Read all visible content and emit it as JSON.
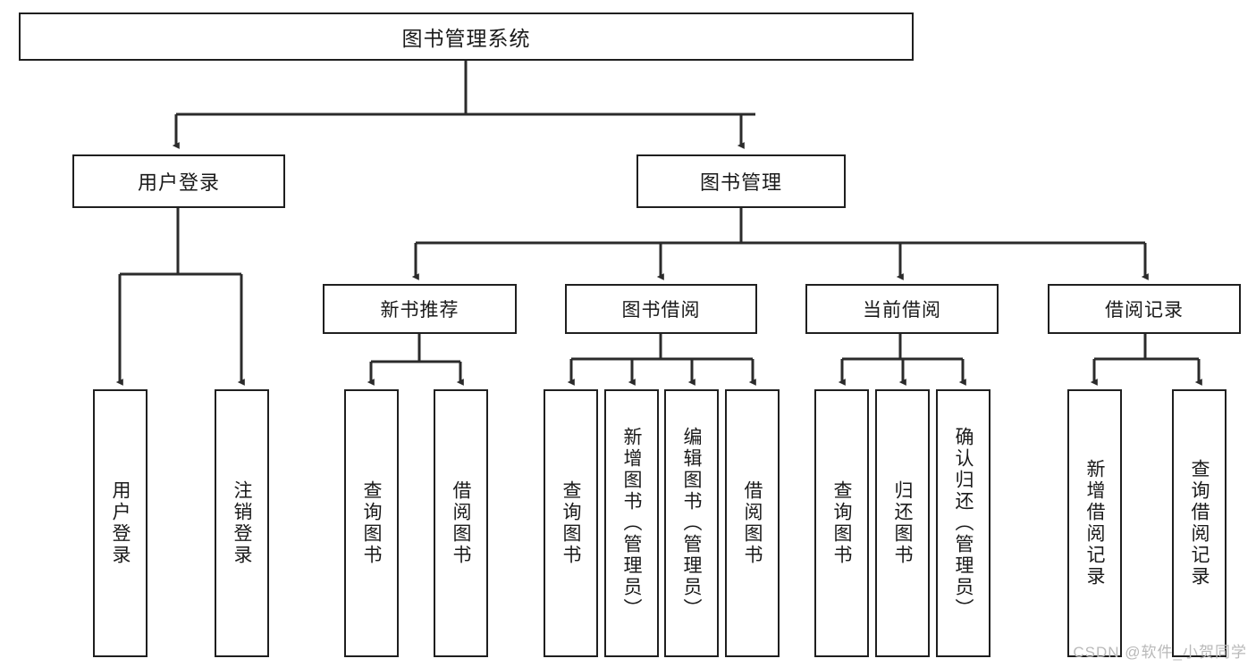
{
  "diagram": {
    "title": "图书管理系统",
    "type": "tree",
    "watermark": "CSDN @软件_小贺同学",
    "colors": {
      "box_border": "#1f1f1f",
      "box_fill": "#ffffff",
      "connector": "#2b2b2b",
      "text": "#1a1a1a",
      "watermark": "#b9b9b9",
      "background": "#ffffff"
    },
    "root": {
      "label": "图书管理系统"
    },
    "level2": [
      {
        "label": "用户登录"
      },
      {
        "label": "图书管理"
      }
    ],
    "level3": [
      {
        "label": "新书推荐"
      },
      {
        "label": "图书借阅"
      },
      {
        "label": "当前借阅"
      },
      {
        "label": "借阅记录"
      }
    ],
    "leaves": {
      "user_login": [
        {
          "label": "用户登录"
        },
        {
          "label": "注销登录"
        }
      ],
      "new_book": [
        {
          "label": "查询图书"
        },
        {
          "label": "借阅图书"
        }
      ],
      "book_borrow": [
        {
          "label": "查询图书"
        },
        {
          "label": "新增图书（管理员）"
        },
        {
          "label": "编辑图书（管理员）"
        },
        {
          "label": "借阅图书"
        }
      ],
      "current_borrow": [
        {
          "label": "查询图书"
        },
        {
          "label": "归还图书"
        },
        {
          "label": "确认归还（管理员）"
        }
      ],
      "borrow_record": [
        {
          "label": "新增借阅记录"
        },
        {
          "label": "查询借阅记录"
        }
      ]
    }
  }
}
